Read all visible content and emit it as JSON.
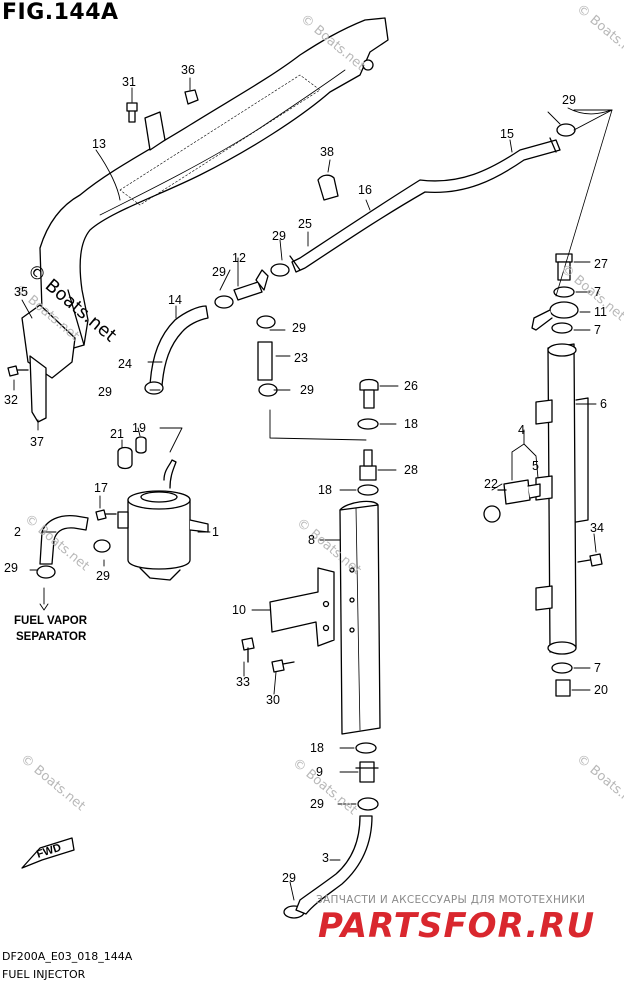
{
  "title": "FIG.144A",
  "footer": {
    "code": "DF200A_E03_018_144A",
    "name": "FUEL INJECTOR"
  },
  "note": {
    "line1": "FUEL VAPOR",
    "line2": "SEPARATOR"
  },
  "fwd_label": "FWD",
  "watermark": "© Boats.net",
  "brand": {
    "tagline": "ЗАПЧАСТИ И АКСЕССУАРЫ ДЛЯ МОТОТЕХНИКИ",
    "name": "PARTSFOR.RU"
  },
  "parts": {
    "p1": "1",
    "p2": "2",
    "p3": "3",
    "p4": "4",
    "p5": "5",
    "p6": "6",
    "p7a": "7",
    "p7b": "7",
    "p7c": "7",
    "p8": "8",
    "p9": "9",
    "p10": "10",
    "p11": "11",
    "p12": "12",
    "p13": "13",
    "p14": "14",
    "p15": "15",
    "p16": "16",
    "p17": "17",
    "p18a": "18",
    "p18b": "18",
    "p18c": "18",
    "p19": "19",
    "p20": "20",
    "p21": "21",
    "p22": "22",
    "p23": "23",
    "p24": "24",
    "p25": "25",
    "p26": "26",
    "p27": "27",
    "p28": "28",
    "p29a": "29",
    "p29b": "29",
    "p29c": "29",
    "p29d": "29",
    "p29e": "29",
    "p29f": "29",
    "p29g": "29",
    "p29h": "29",
    "p29i": "29",
    "p29j": "29",
    "p30": "30",
    "p31": "31",
    "p32": "32",
    "p33": "33",
    "p34": "34",
    "p35": "35",
    "p36": "36",
    "p37": "37",
    "p38": "38"
  }
}
